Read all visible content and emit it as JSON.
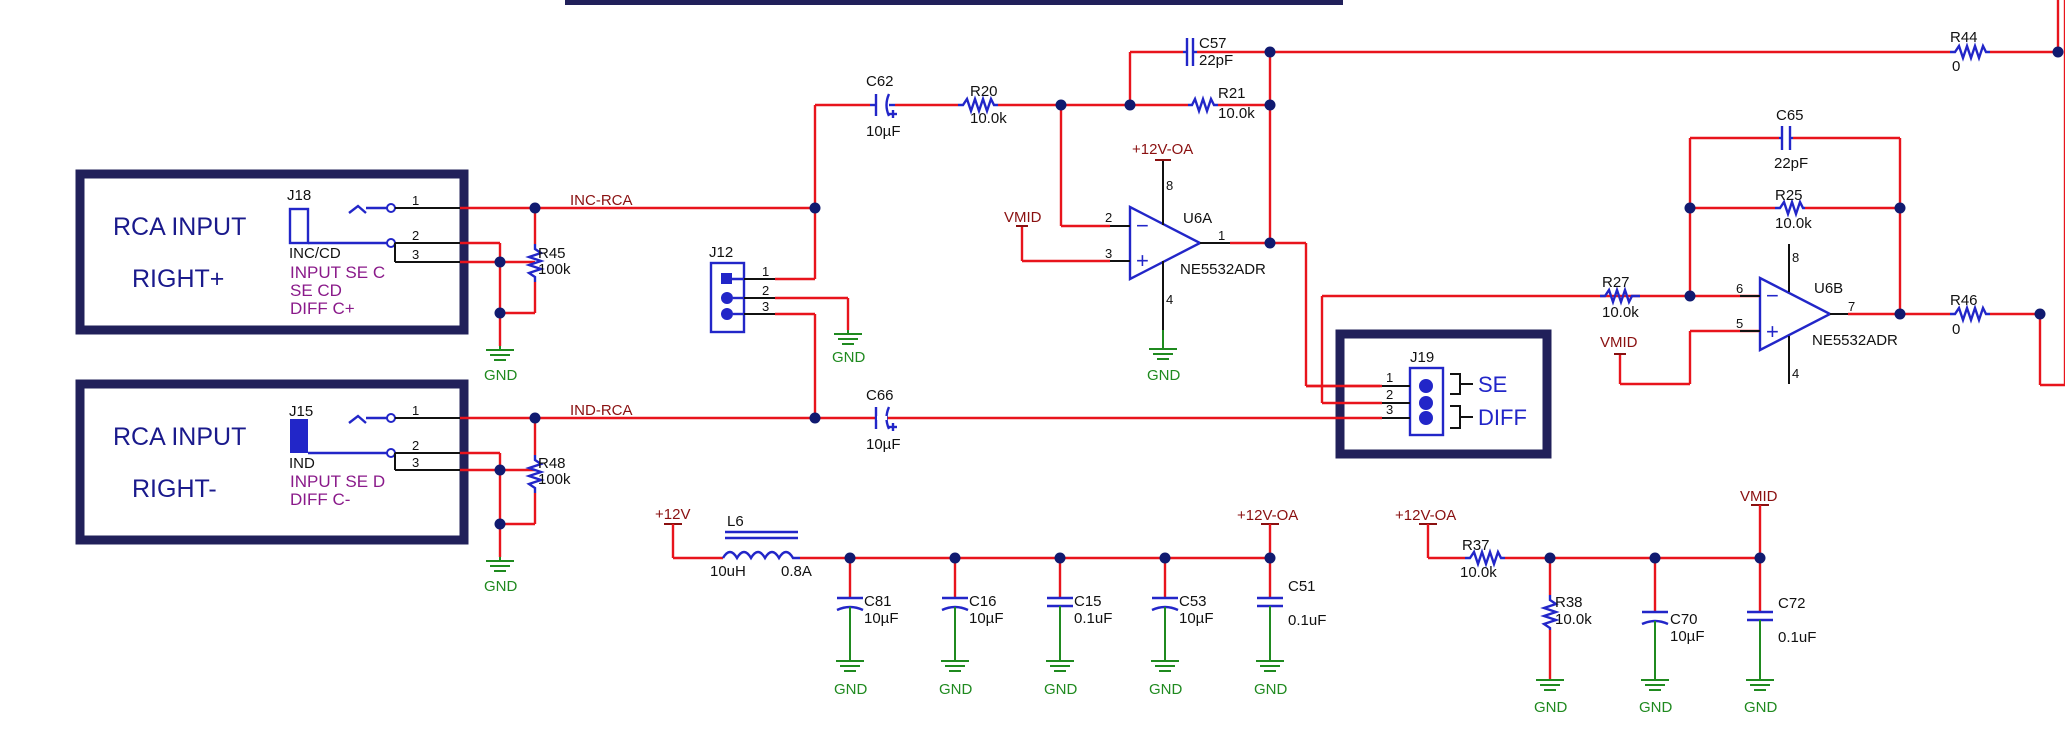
{
  "connectors": {
    "j18": {
      "ref": "J18",
      "lines": [
        "INC/CD",
        "INPUT SE C",
        "SE CD",
        "DIFF C+"
      ],
      "pins": [
        "1",
        "2",
        "3"
      ]
    },
    "j15": {
      "ref": "J15",
      "lines": [
        "IND",
        "INPUT SE D",
        "DIFF C-"
      ],
      "pins": [
        "1",
        "2",
        "3"
      ]
    },
    "j12": {
      "ref": "J12",
      "pins": [
        "1",
        "2",
        "3"
      ]
    },
    "j19": {
      "ref": "J19",
      "pins": [
        "1",
        "2",
        "3"
      ],
      "se_label": "SE",
      "diff_label": "DIFF"
    }
  },
  "boxes": {
    "rca_plus": {
      "line1": "RCA INPUT",
      "line2": "RIGHT+"
    },
    "rca_minus": {
      "line1": "RCA INPUT",
      "line2": "RIGHT-"
    }
  },
  "nets": {
    "inc": "INC-RCA",
    "ind": "IND-RCA",
    "gnd": "GND",
    "v12": "+12V",
    "v12oa": "+12V-OA",
    "vmid": "VMID"
  },
  "resistors": {
    "r45": {
      "ref": "R45",
      "value": "100k"
    },
    "r48": {
      "ref": "R48",
      "value": "100k"
    },
    "r20": {
      "ref": "R20",
      "value": "10.0k"
    },
    "r21": {
      "ref": "R21",
      "value": "10.0k"
    },
    "r27": {
      "ref": "R27",
      "value": "10.0k"
    },
    "r25": {
      "ref": "R25",
      "value": "10.0k"
    },
    "r44": {
      "ref": "R44",
      "value": "0"
    },
    "r46": {
      "ref": "R46",
      "value": "0"
    },
    "r37": {
      "ref": "R37",
      "value": "10.0k"
    },
    "r38": {
      "ref": "R38",
      "value": "10.0k"
    }
  },
  "capacitors": {
    "c57": {
      "ref": "C57",
      "value": "22pF"
    },
    "c62": {
      "ref": "C62",
      "value": "10µF"
    },
    "c66": {
      "ref": "C66",
      "value": "10µF"
    },
    "c65": {
      "ref": "C65",
      "value": "22pF"
    },
    "c81": {
      "ref": "C81",
      "value": "10µF"
    },
    "c16": {
      "ref": "C16",
      "value": "10µF"
    },
    "c15": {
      "ref": "C15",
      "value": "0.1uF"
    },
    "c53": {
      "ref": "C53",
      "value": "10µF"
    },
    "c51": {
      "ref": "C51",
      "value": "0.1uF"
    },
    "c70": {
      "ref": "C70",
      "value": "10µF"
    },
    "c72": {
      "ref": "C72",
      "value": "0.1uF"
    }
  },
  "inductor": {
    "ref": "L6",
    "value": "10uH",
    "current": "0.8A"
  },
  "opamps": {
    "u6a": {
      "ref": "U6A",
      "part": "NE5532ADR",
      "pin_inv": "2",
      "pin_noninv": "3",
      "pin_out": "1",
      "pin_vcc": "8",
      "pin_gnd": "4",
      "minus": "−",
      "plus": "+"
    },
    "u6b": {
      "ref": "U6B",
      "part": "NE5532ADR",
      "pin_inv": "6",
      "pin_noninv": "5",
      "pin_out": "7",
      "pin_vcc": "8",
      "pin_gnd": "4",
      "minus": "−",
      "plus": "+"
    }
  },
  "colors": {
    "wire": "#e8141c",
    "component": "#2226c8",
    "ground": "#1f8a1f",
    "power": "#8a1010",
    "frame": "#21205a",
    "junction": "#101a70"
  }
}
